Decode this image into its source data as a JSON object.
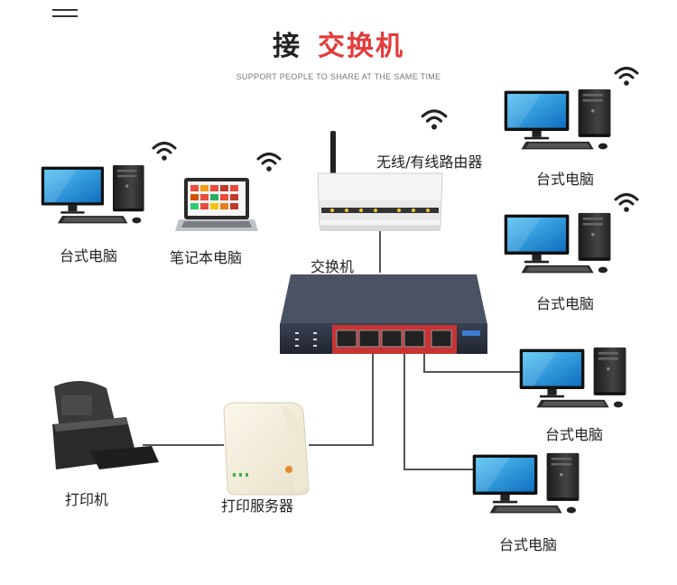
{
  "header": {
    "title_part1": "接",
    "title_part2": "交换机",
    "subtitle": "SUPPORT PEOPLE TO SHARE AT THE SAME TIME"
  },
  "labels": {
    "router": "无线/有线路由器",
    "switch": "交换机",
    "desktop_left": "台式电脑",
    "laptop": "笔记本电脑",
    "desktop_right_1": "台式电脑",
    "desktop_right_2": "台式电脑",
    "desktop_right_3": "台式电脑",
    "desktop_bottom": "台式电脑",
    "printer": "打印机",
    "print_server": "打印服务器"
  },
  "colors": {
    "title_accent": "#e33b3b",
    "screen_blue": "#1e8fd8",
    "cable": "#555555",
    "switch_body": "#2b3140",
    "switch_front": "#d23a3a"
  }
}
